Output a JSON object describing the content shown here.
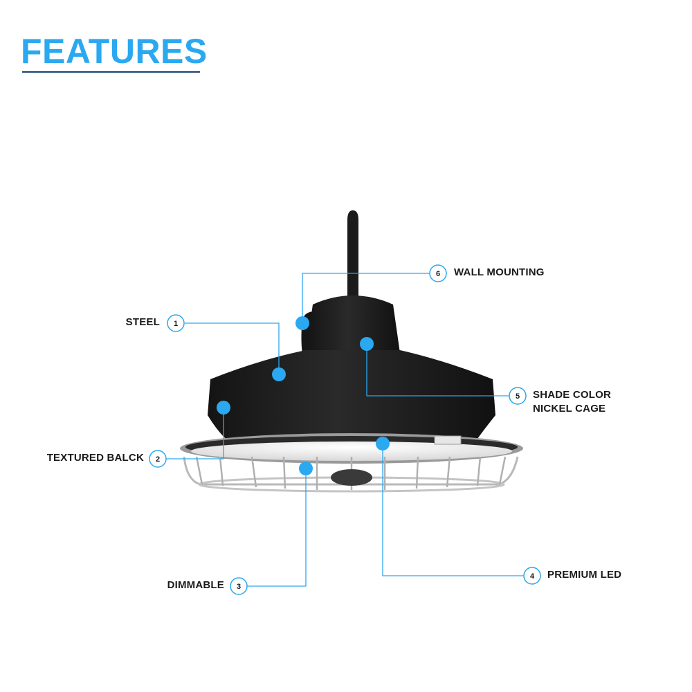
{
  "heading": "FEATURES",
  "accent_color": "#2aa8f0",
  "product": "wall-mount-barn-light-icon",
  "features": [
    {
      "number": "1",
      "label": "STEEL"
    },
    {
      "number": "2",
      "label": "TEXTURED BALCK"
    },
    {
      "number": "3",
      "label": "DIMMABLE"
    },
    {
      "number": "4",
      "label": "PREMIUM LED"
    },
    {
      "number": "5",
      "label": "SHADE COLOR",
      "label2": "NICKEL CAGE"
    },
    {
      "number": "6",
      "label": "WALL MOUNTING"
    }
  ]
}
